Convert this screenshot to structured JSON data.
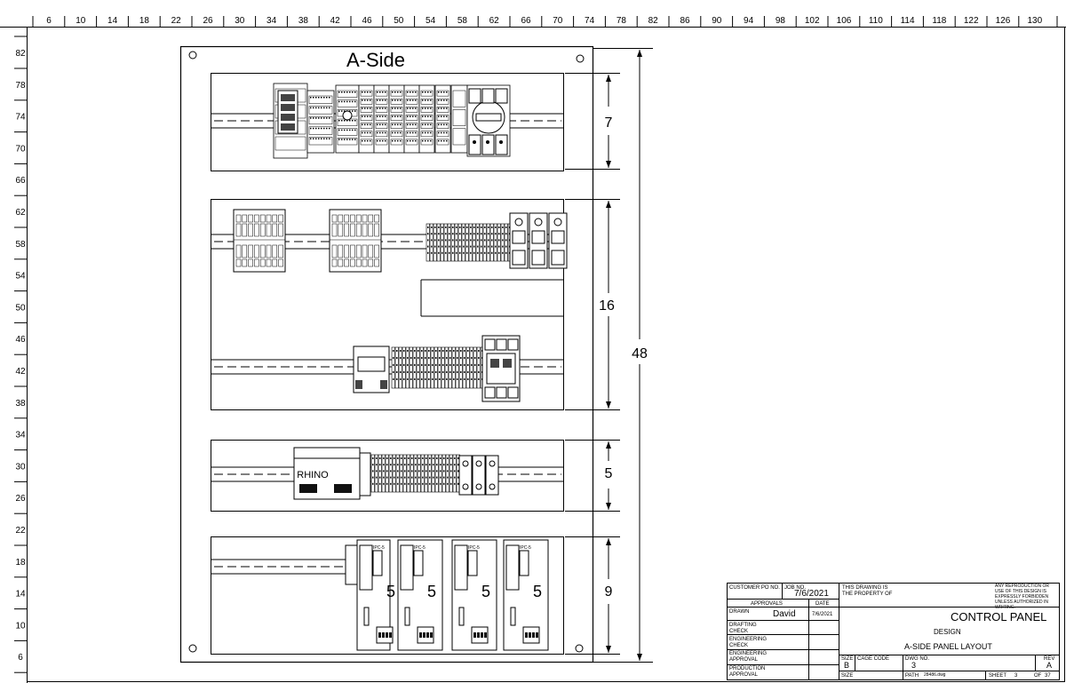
{
  "ruler": {
    "top_labels": [
      "6",
      "10",
      "14",
      "18",
      "22",
      "26",
      "30",
      "34",
      "38",
      "42",
      "46",
      "50",
      "54",
      "58",
      "62",
      "66",
      "70",
      "74",
      "78",
      "82",
      "86",
      "90",
      "94",
      "98",
      "102",
      "106",
      "110",
      "114",
      "118",
      "122",
      "126",
      "130"
    ],
    "left_labels": [
      "82",
      "78",
      "74",
      "70",
      "66",
      "62",
      "58",
      "54",
      "50",
      "46",
      "42",
      "38",
      "34",
      "30",
      "26",
      "22",
      "18",
      "14",
      "10",
      "6"
    ]
  },
  "panel": {
    "title": "A-Side",
    "brand_label": "RHINO",
    "psu_label": "5",
    "psu_model": "IPC-5"
  },
  "dimensions": {
    "section_heights": [
      "7",
      "16",
      "5",
      "9"
    ],
    "total_height": "48"
  },
  "title_block": {
    "customer_po_label": "CUSTOMER PO NO.",
    "job_no_label": "JOB NO.",
    "job_date": "7/6/2021",
    "drawing_notice": "THIS DRAWING IS THE PROPERTY OF",
    "reproduction_notice": "ANY REPRODUCTION OR USE OF THIS DESIGN IS EXPRESSLY FORBIDDEN UNLESS AUTHORIZED IN WRITING.",
    "approvals_label": "APPROVALS",
    "date_label": "DATE",
    "drawn_label": "DRAWN",
    "drawn_by": "David",
    "drawn_date": "7/6/2021",
    "drafting_check_label": "DRAFTING CHECK",
    "engineering_check_label": "ENGINEERING CHECK",
    "engineering_approval_label": "ENGINEERING APPROVAL",
    "production_approval_label": "PRODUCTION APPROVAL",
    "project_title": "CONTROL PANEL",
    "design_label": "DESIGN",
    "sheet_title": "A-SIDE PANEL LAYOUT",
    "size_label": "SIZE",
    "size_value": "B",
    "cage_code_label": "CAGE CODE",
    "dwg_no_label": "DWG NO.",
    "dwg_no_value": "3",
    "rev_label": "REV",
    "rev_value": "A",
    "path_label": "PATH",
    "path_value": "28486.dwg",
    "sheet_label": "SHEET",
    "sheet_value": "3",
    "of_label": "OF",
    "of_value": "37"
  }
}
